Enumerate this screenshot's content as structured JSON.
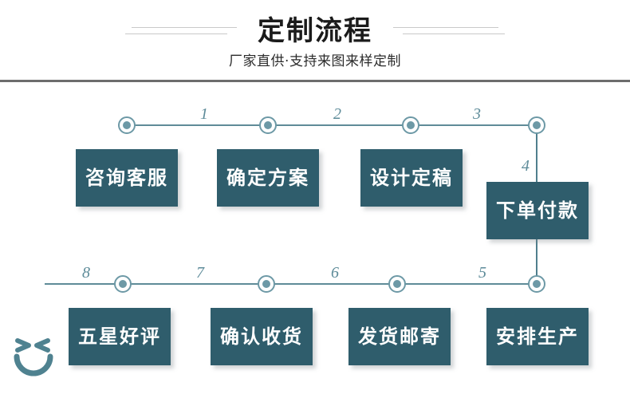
{
  "header": {
    "title": "定制流程",
    "subtitle": "厂家直供·支持来图来样定制",
    "left_decoration": "double-rule-left",
    "right_decoration": "double-rule-right"
  },
  "theme": {
    "box_fill": "#2f5d6c",
    "box_text": "#ffffff",
    "line": "#5f8b98",
    "node_ring": "#6d99a6",
    "node_dot": "#6d99a6",
    "number_color": "#5d8b99",
    "title_color": "#1b1b1b",
    "rule_color": "#6d6d6d",
    "deco_color": "#c9c9c9",
    "background": "#ffffff"
  },
  "flow": {
    "row_top_steps": [
      {
        "number": "1",
        "label": "咨询客服"
      },
      {
        "number": "2",
        "label": "确定方案"
      },
      {
        "number": "3",
        "label": "设计定稿"
      },
      {
        "number": "4",
        "label": "下单付款"
      }
    ],
    "row_bottom_steps": [
      {
        "number": "8",
        "label": "五星好评"
      },
      {
        "number": "7",
        "label": "确认收货"
      },
      {
        "number": "6",
        "label": "发货邮寄"
      },
      {
        "number": "5",
        "label": "安排生产"
      }
    ],
    "end_icon": "smiley-face-icon"
  }
}
